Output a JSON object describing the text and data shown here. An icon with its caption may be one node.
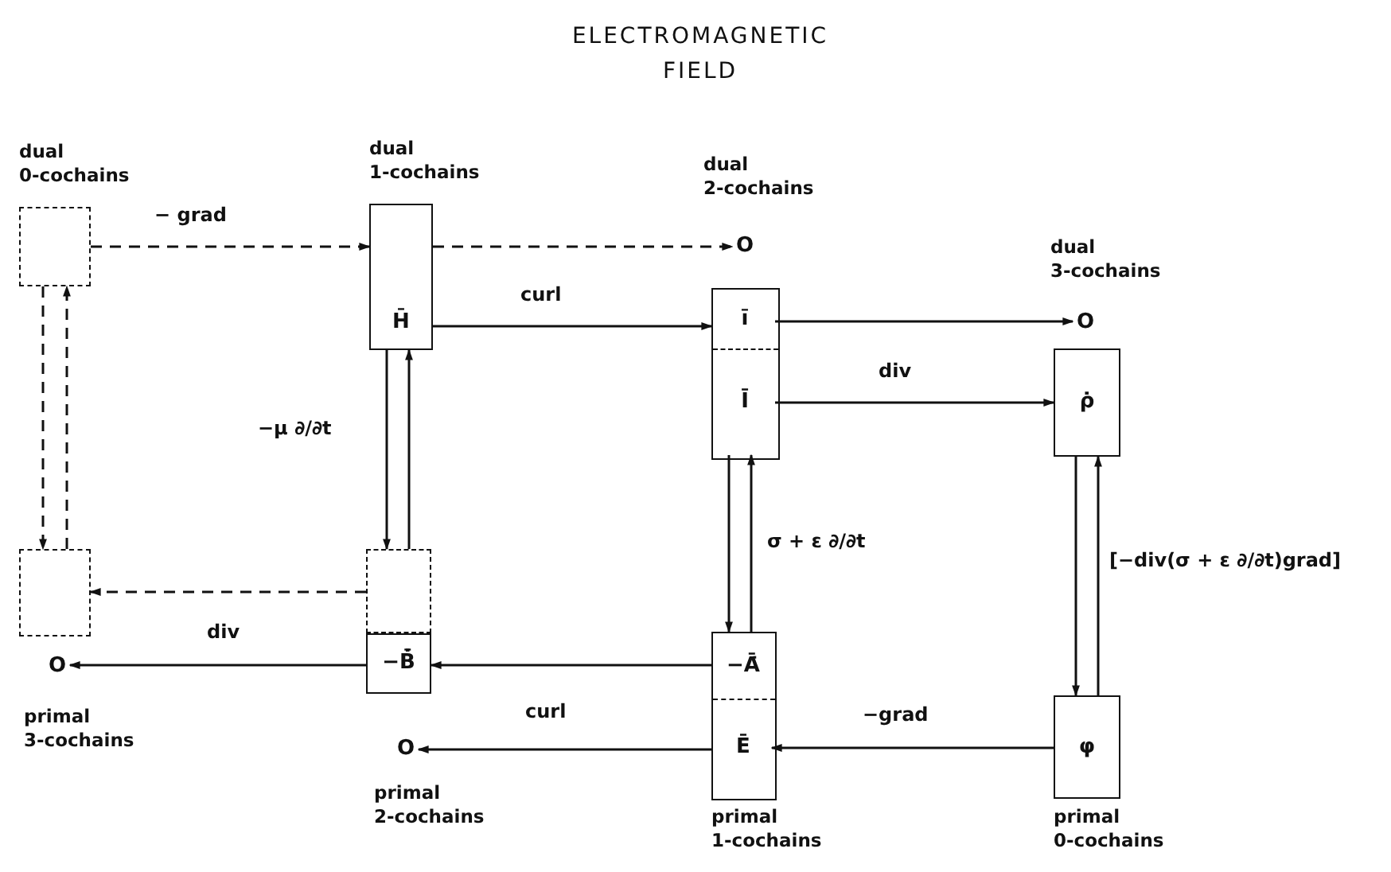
{
  "diagram": {
    "title": "ELECTROMAGNETIC FIELD",
    "nodes": [
      {
        "text": [],
        "shape": "box",
        "beside": [
          "dual 0-cochains"
        ]
      },
      {
        "text": [
          "H̄"
        ],
        "beside": [
          "dual 1-cochains"
        ]
      },
      {
        "text": [
          "O"
        ],
        "beside": [
          "dual 2-cochains"
        ]
      },
      {
        "text": [],
        "shape": "box"
      },
      {
        "text": [
          "ī"
        ],
        "in": 3
      },
      {
        "text": [
          "Ī"
        ],
        "in": 3
      },
      {
        "text": [
          "O"
        ],
        "beside": [
          "dual 3-cochains"
        ]
      },
      {
        "text": [
          "ρ̇"
        ]
      },
      {
        "text": [],
        "shape": "box"
      },
      {
        "text": [
          "O"
        ],
        "beside": [
          "primal 3-cochains"
        ]
      },
      {
        "text": [],
        "shape": "box"
      },
      {
        "text": [
          "−B̄̇"
        ]
      },
      {
        "text": [
          "O"
        ],
        "beside": [
          "primal 2-cochains"
        ]
      },
      {
        "text": [],
        "shape": "box",
        "beside": [
          "primal 1-cochains"
        ]
      },
      {
        "text": [
          "−Ā̇"
        ],
        "in": 13
      },
      {
        "text": [
          "Ē"
        ],
        "in": 13
      },
      {
        "text": [
          "φ"
        ],
        "beside": [
          "primal 0-cochains"
        ]
      }
    ],
    "edges": [
      {
        "from": 0,
        "to": 1,
        "arrow": "to",
        "label": "− grad",
        "style": "dashed"
      },
      {
        "from": 1,
        "to": 2,
        "arrow": "to",
        "style": "dashed"
      },
      {
        "from": 1,
        "to": 4,
        "arrow": "to",
        "label": "curl"
      },
      {
        "from": 4,
        "to": 6,
        "arrow": "to"
      },
      {
        "from": 5,
        "to": 7,
        "arrow": "to",
        "label": "div"
      },
      {
        "from": 0,
        "to": 8,
        "arrow": "to",
        "style": "dashed"
      },
      {
        "from": 8,
        "to": 0,
        "arrow": "to",
        "style": "dashed"
      },
      {
        "from": 1,
        "to": 10,
        "arrow": "to",
        "label": "−μ ∂/∂t"
      },
      {
        "from": 10,
        "to": 1,
        "arrow": "to"
      },
      {
        "from": 5,
        "to": 13,
        "arrow": "to"
      },
      {
        "from": 13,
        "to": 5,
        "arrow": "to",
        "label": "σ + ε ∂/∂t"
      },
      {
        "from": 7,
        "to": 16,
        "arrow": "to"
      },
      {
        "from": 16,
        "to": 7,
        "arrow": "to",
        "label": "[−div(σ + ε ∂/∂t)grad]"
      },
      {
        "from": 16,
        "to": 15,
        "arrow": "to",
        "label": "−grad"
      },
      {
        "from": 14,
        "to": 11,
        "arrow": "to",
        "label": "curl"
      },
      {
        "from": 15,
        "to": 12,
        "arrow": "to"
      },
      {
        "from": 10,
        "to": 8,
        "arrow": "to",
        "style": "dashed"
      },
      {
        "from": 11,
        "to": 9,
        "arrow": "to",
        "label": "div"
      }
    ]
  }
}
